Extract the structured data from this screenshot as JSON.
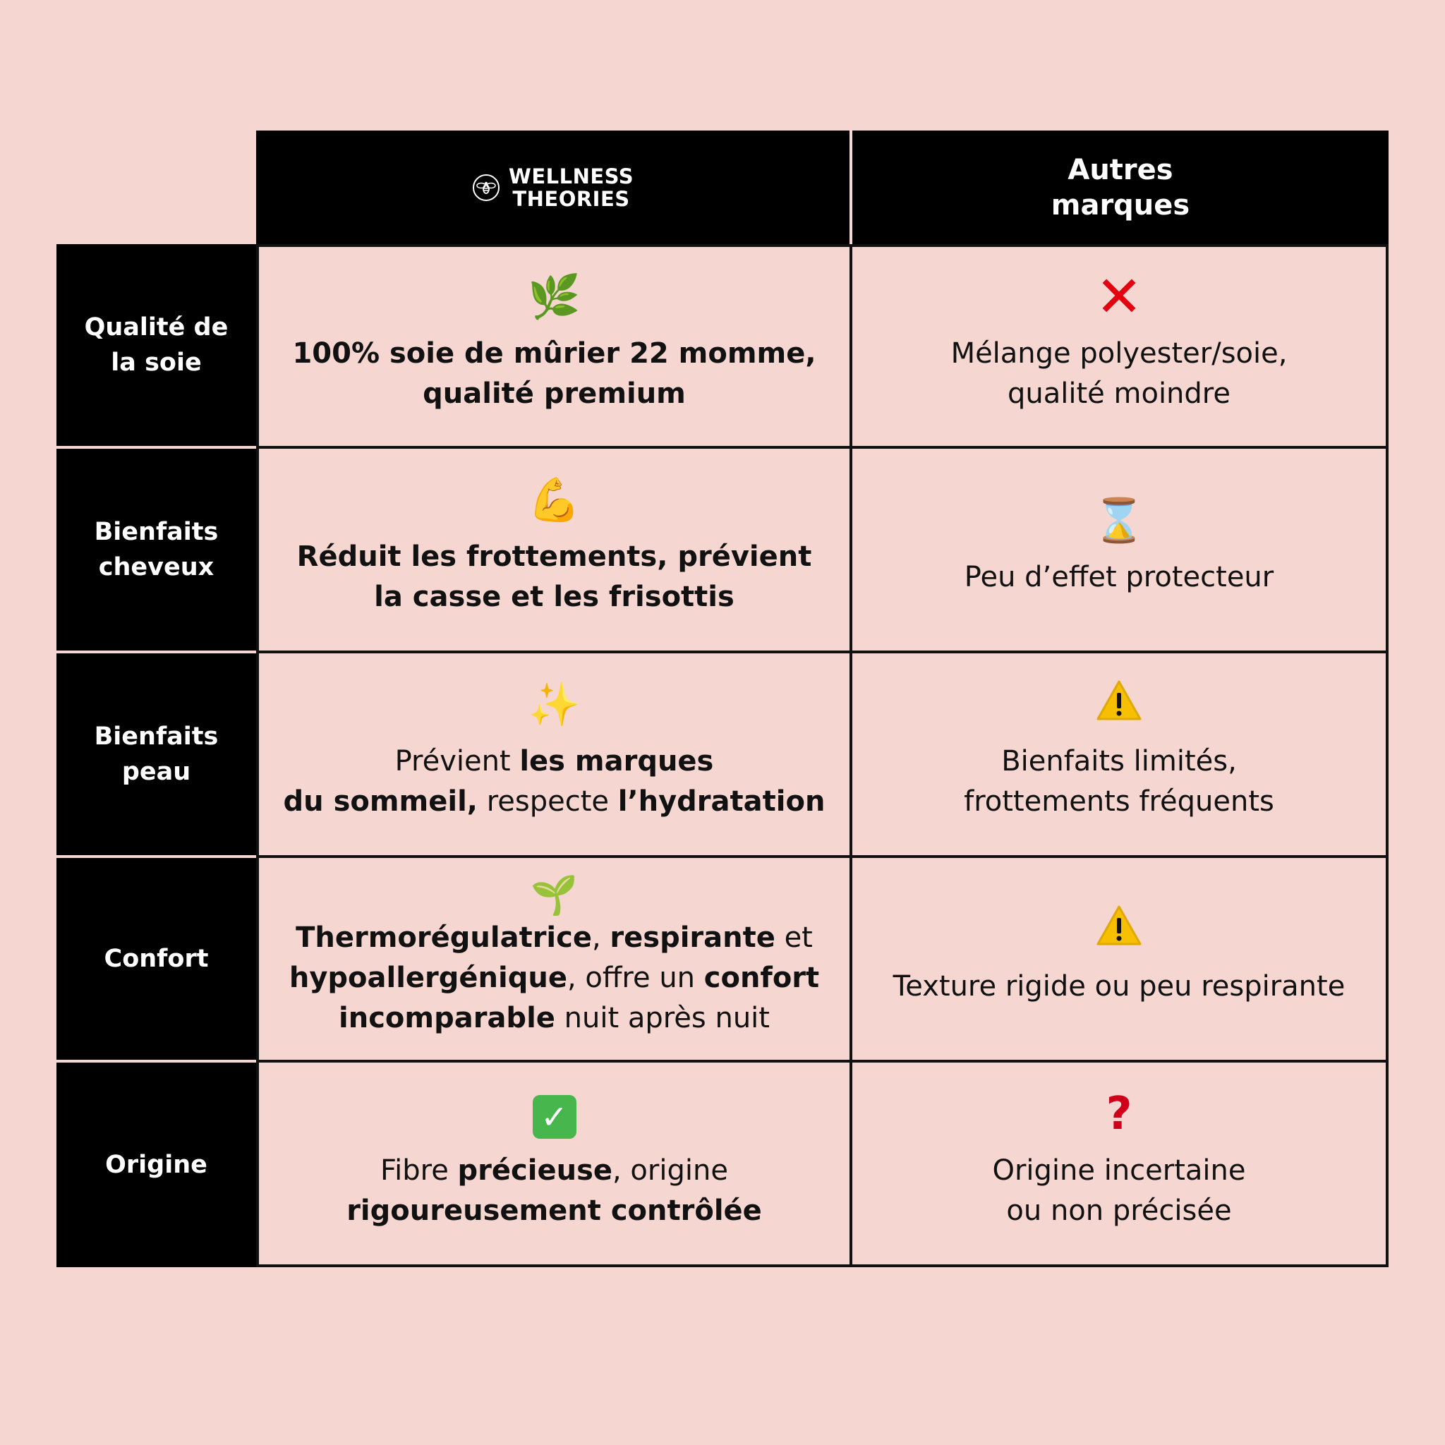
{
  "header": {
    "brand_line1": "WELLNESS",
    "brand_line2": "THEORIES",
    "brand_icon": "bee-logo-icon",
    "other_line1": "Autres",
    "other_line2": "marques"
  },
  "rows": [
    {
      "label_line1": "Qualité de",
      "label_line2": "la soie",
      "wt_icon": "herb-icon",
      "wt_l1_a": "100% soie de mûrier 22 momme,",
      "wt_l2_a": "qualité premium",
      "other_icon": "cross-mark-icon",
      "other_l1": "Mélange polyester/soie,",
      "other_l2": "qualité moindre"
    },
    {
      "label_line1": "Bienfaits",
      "label_line2": "cheveux",
      "wt_icon": "flexed-biceps-icon",
      "wt_l1_a": "Réduit les frottements, prévient",
      "wt_l2_a": "la casse et les frisottis",
      "other_icon": "hourglass-icon",
      "other_l1": "Peu d’effet protecteur"
    },
    {
      "label_line1": "Bienfaits",
      "label_line2": "peau",
      "wt_icon": "sparkles-icon",
      "wt_l1_a": "Prévient ",
      "wt_l1_b": "les marques",
      "wt_l2_a": "du sommeil,",
      "wt_l2_b": " respecte ",
      "wt_l2_c": "l’hydratation",
      "other_icon": "warning-icon",
      "other_l1": "Bienfaits limités,",
      "other_l2": "frottements fréquents"
    },
    {
      "label_line1": "Confort",
      "wt_icon": "seedling-icon",
      "wt_l1_a": "Thermorégulatrice",
      "wt_l1_b": ", ",
      "wt_l1_c": "respirante",
      "wt_l1_d": " et",
      "wt_l2_a": "hypoallergénique",
      "wt_l2_b": ", offre un ",
      "wt_l2_c": "confort",
      "wt_l3_a": "incomparable",
      "wt_l3_b": " nuit après nuit",
      "other_icon": "warning-icon",
      "other_l1": "Texture rigide ou peu respirante"
    },
    {
      "label_line1": "Origine",
      "wt_icon": "check-mark-button-icon",
      "wt_l1_a": "Fibre ",
      "wt_l1_b": "précieuse",
      "wt_l1_c": ", origine",
      "wt_l2_a": "rigoureusement contrôlée",
      "other_icon": "question-mark-icon",
      "other_l1": "Origine incertaine",
      "other_l2": "ou non précisée"
    }
  ],
  "colors": {
    "background": "#f5d6d1",
    "header_bg": "#000000",
    "border": "#111111",
    "cross": "#e3000f",
    "check": "#47b64d",
    "warning": "#f6c000"
  }
}
